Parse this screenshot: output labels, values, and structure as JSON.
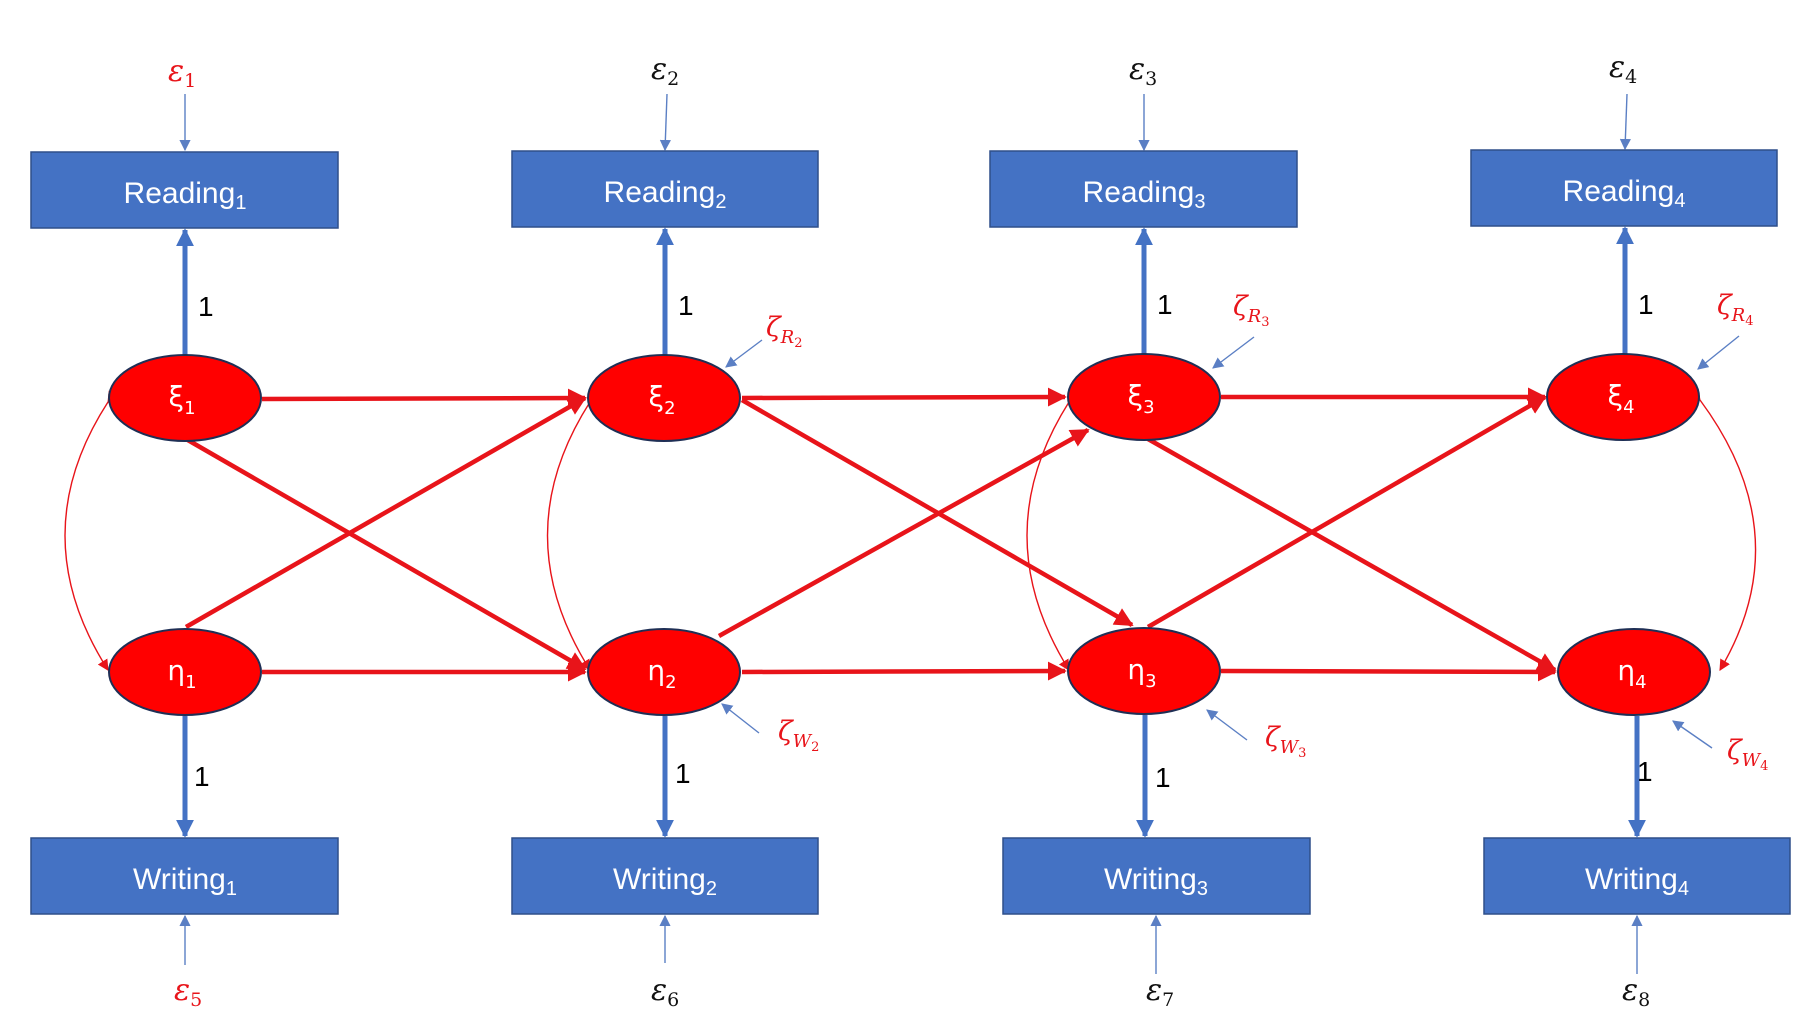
{
  "colors": {
    "observed_fill": "#4472C4",
    "latent_fill": "#FF0000",
    "structural_path": "#E8141A",
    "loading_path": "#4472C4",
    "thin_arrow": "#5B7FC4",
    "red_label": "#E8141A",
    "black_label": "#111111"
  },
  "reading": [
    {
      "base": "Reading",
      "sub": "1"
    },
    {
      "base": "Reading",
      "sub": "2"
    },
    {
      "base": "Reading",
      "sub": "3"
    },
    {
      "base": "Reading",
      "sub": "4"
    }
  ],
  "writing": [
    {
      "base": "Writing",
      "sub": "1"
    },
    {
      "base": "Writing",
      "sub": "2"
    },
    {
      "base": "Writing",
      "sub": "3"
    },
    {
      "base": "Writing",
      "sub": "4"
    }
  ],
  "latent_reading": [
    {
      "base": "ξ",
      "sub": "1"
    },
    {
      "base": "ξ",
      "sub": "2"
    },
    {
      "base": "ξ",
      "sub": "3"
    },
    {
      "base": "ξ",
      "sub": "4"
    }
  ],
  "latent_writing": [
    {
      "base": "η",
      "sub": "1"
    },
    {
      "base": "η",
      "sub": "2"
    },
    {
      "base": "η",
      "sub": "3"
    },
    {
      "base": "η",
      "sub": "4"
    }
  ],
  "errors_top": [
    {
      "base": "ε",
      "sub": "1",
      "color": "red"
    },
    {
      "base": "ε",
      "sub": "2",
      "color": "black"
    },
    {
      "base": "ε",
      "sub": "3",
      "color": "black"
    },
    {
      "base": "ε",
      "sub": "4",
      "color": "black"
    }
  ],
  "errors_bottom": [
    {
      "base": "ε",
      "sub": "5",
      "color": "red"
    },
    {
      "base": "ε",
      "sub": "6",
      "color": "black"
    },
    {
      "base": "ε",
      "sub": "7",
      "color": "black"
    },
    {
      "base": "ε",
      "sub": "8",
      "color": "black"
    }
  ],
  "disturbances_reading": [
    {
      "base": "ζ",
      "sub": "R",
      "subsub": "2"
    },
    {
      "base": "ζ",
      "sub": "R",
      "subsub": "3"
    },
    {
      "base": "ζ",
      "sub": "R",
      "subsub": "4"
    }
  ],
  "disturbances_writing": [
    {
      "base": "ζ",
      "sub": "W",
      "subsub": "2"
    },
    {
      "base": "ζ",
      "sub": "W",
      "subsub": "3"
    },
    {
      "base": "ζ",
      "sub": "W",
      "subsub": "4"
    }
  ],
  "loading_label": "1"
}
